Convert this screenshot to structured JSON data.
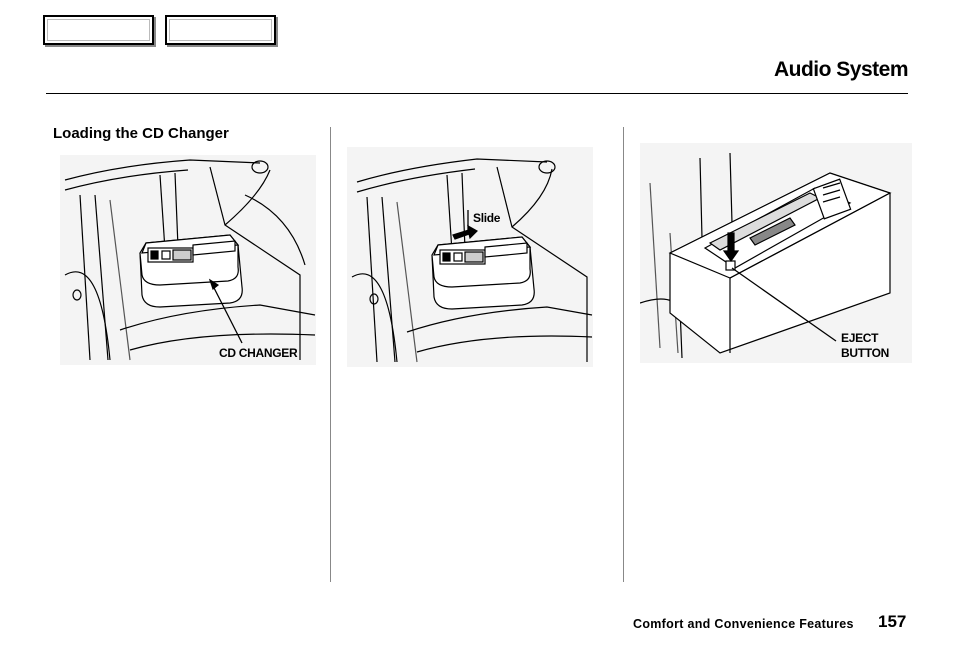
{
  "nav": {
    "buttons": [
      "",
      ""
    ]
  },
  "header": {
    "title": "Audio System"
  },
  "section": {
    "heading": "Loading the CD Changer"
  },
  "figures": {
    "fig1": {
      "callout": "CD CHANGER"
    },
    "fig2": {
      "callout": "Slide"
    },
    "fig3": {
      "callout_line1": "EJECT",
      "callout_line2": "BUTTON"
    }
  },
  "footer": {
    "text": "Comfort and Convenience Features",
    "page_number": "157"
  }
}
